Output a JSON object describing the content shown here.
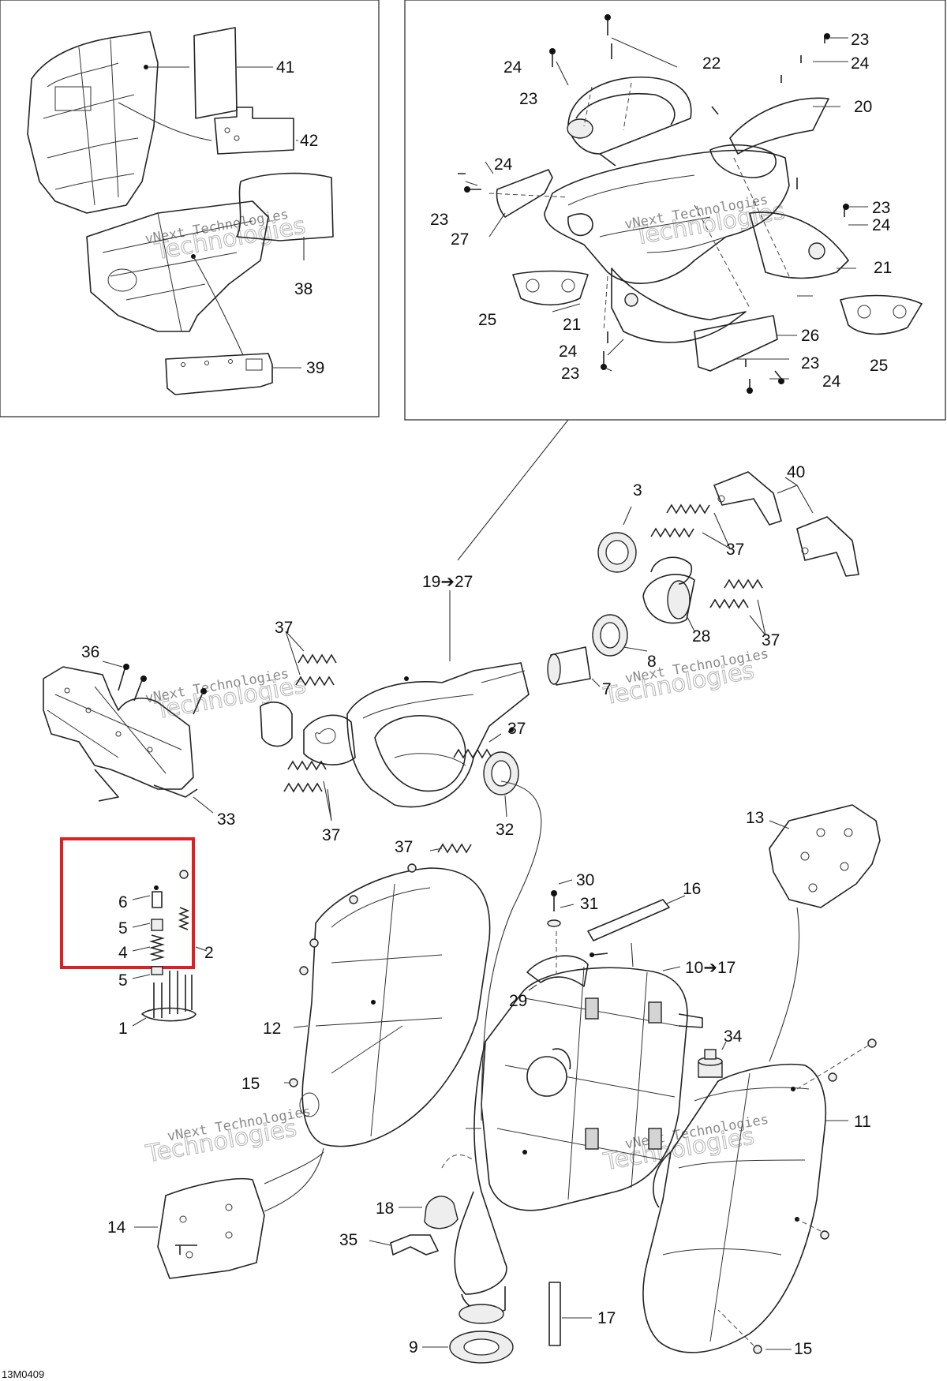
{
  "drawing_code": "13M0409",
  "watermark": {
    "line1": "vNext Technologies",
    "line2": "Technologies"
  },
  "highlight": {
    "color": "#e02020"
  },
  "callouts": {
    "c41": "41",
    "c42": "42",
    "c38": "38",
    "c39": "39",
    "c23a": "23",
    "c24a": "24",
    "c24b": "24",
    "c22": "22",
    "c23b": "23",
    "c20": "20",
    "c24c": "24",
    "c23c": "23",
    "c27": "27",
    "c23d": "23",
    "c24d": "24",
    "c21a": "21",
    "c25a": "25",
    "c21b": "21",
    "c26": "26",
    "c24e": "24",
    "c23e": "23",
    "c23f": "23",
    "c24f": "24",
    "c25b": "25",
    "c3": "3",
    "c40": "40",
    "c37a": "37",
    "c19": "19➔27",
    "c37b": "37",
    "c28": "28",
    "c37c": "37",
    "c36": "36",
    "c8": "8",
    "c7": "7",
    "c37d": "37",
    "c33": "33",
    "c37e": "37",
    "c32": "32",
    "c37f": "37",
    "c13": "13",
    "c6": "6",
    "c5a": "5",
    "c4": "4",
    "c2": "2",
    "c5b": "5",
    "c1": "1",
    "c30": "30",
    "c31": "31",
    "c16": "16",
    "c10": "10➔17",
    "c29": "29",
    "c12": "12",
    "c34": "34",
    "c15a": "15",
    "c11": "11",
    "c18": "18",
    "c14": "14",
    "c35": "35",
    "c17": "17",
    "c9": "9",
    "c15b": "15"
  }
}
